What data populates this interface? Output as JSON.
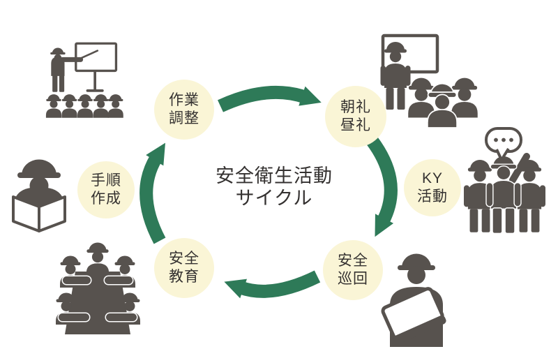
{
  "title": {
    "line1": "安全衛生活動",
    "line2": "サイクル"
  },
  "cycle": {
    "direction": "clockwise",
    "arrow_count": 4
  },
  "cycle_steps": [
    {
      "label_lines": [
        "作業",
        "調整"
      ],
      "position": "top-left"
    },
    {
      "label_lines": [
        "朝礼",
        "昼礼"
      ],
      "position": "top-right"
    },
    {
      "label_lines": [
        "KY",
        "活動"
      ],
      "position": "right"
    },
    {
      "label_lines": [
        "安全",
        "巡回"
      ],
      "position": "bottom-right"
    },
    {
      "label_lines": [
        "安全",
        "教育"
      ],
      "position": "bottom-left"
    },
    {
      "label_lines": [
        "手順",
        "作成"
      ],
      "position": "left"
    }
  ],
  "icons": {
    "top_left": "lecture-whiteboard-audience-icon",
    "top_right": "morning-assembly-board-icon",
    "right": "group-discussion-speech-bubble-icon",
    "bottom_right": "worker-with-clipboard-icon",
    "bottom_left": "meeting-around-table-icon",
    "left": "worker-reading-manual-icon"
  },
  "speech_bubble_text": "…",
  "colors": {
    "background": "#ffffff",
    "circle_fill": "#faf5d6",
    "arrow_green": "#2e7a58",
    "pictogram_gray": "#57524e",
    "text_dark": "#343130"
  }
}
